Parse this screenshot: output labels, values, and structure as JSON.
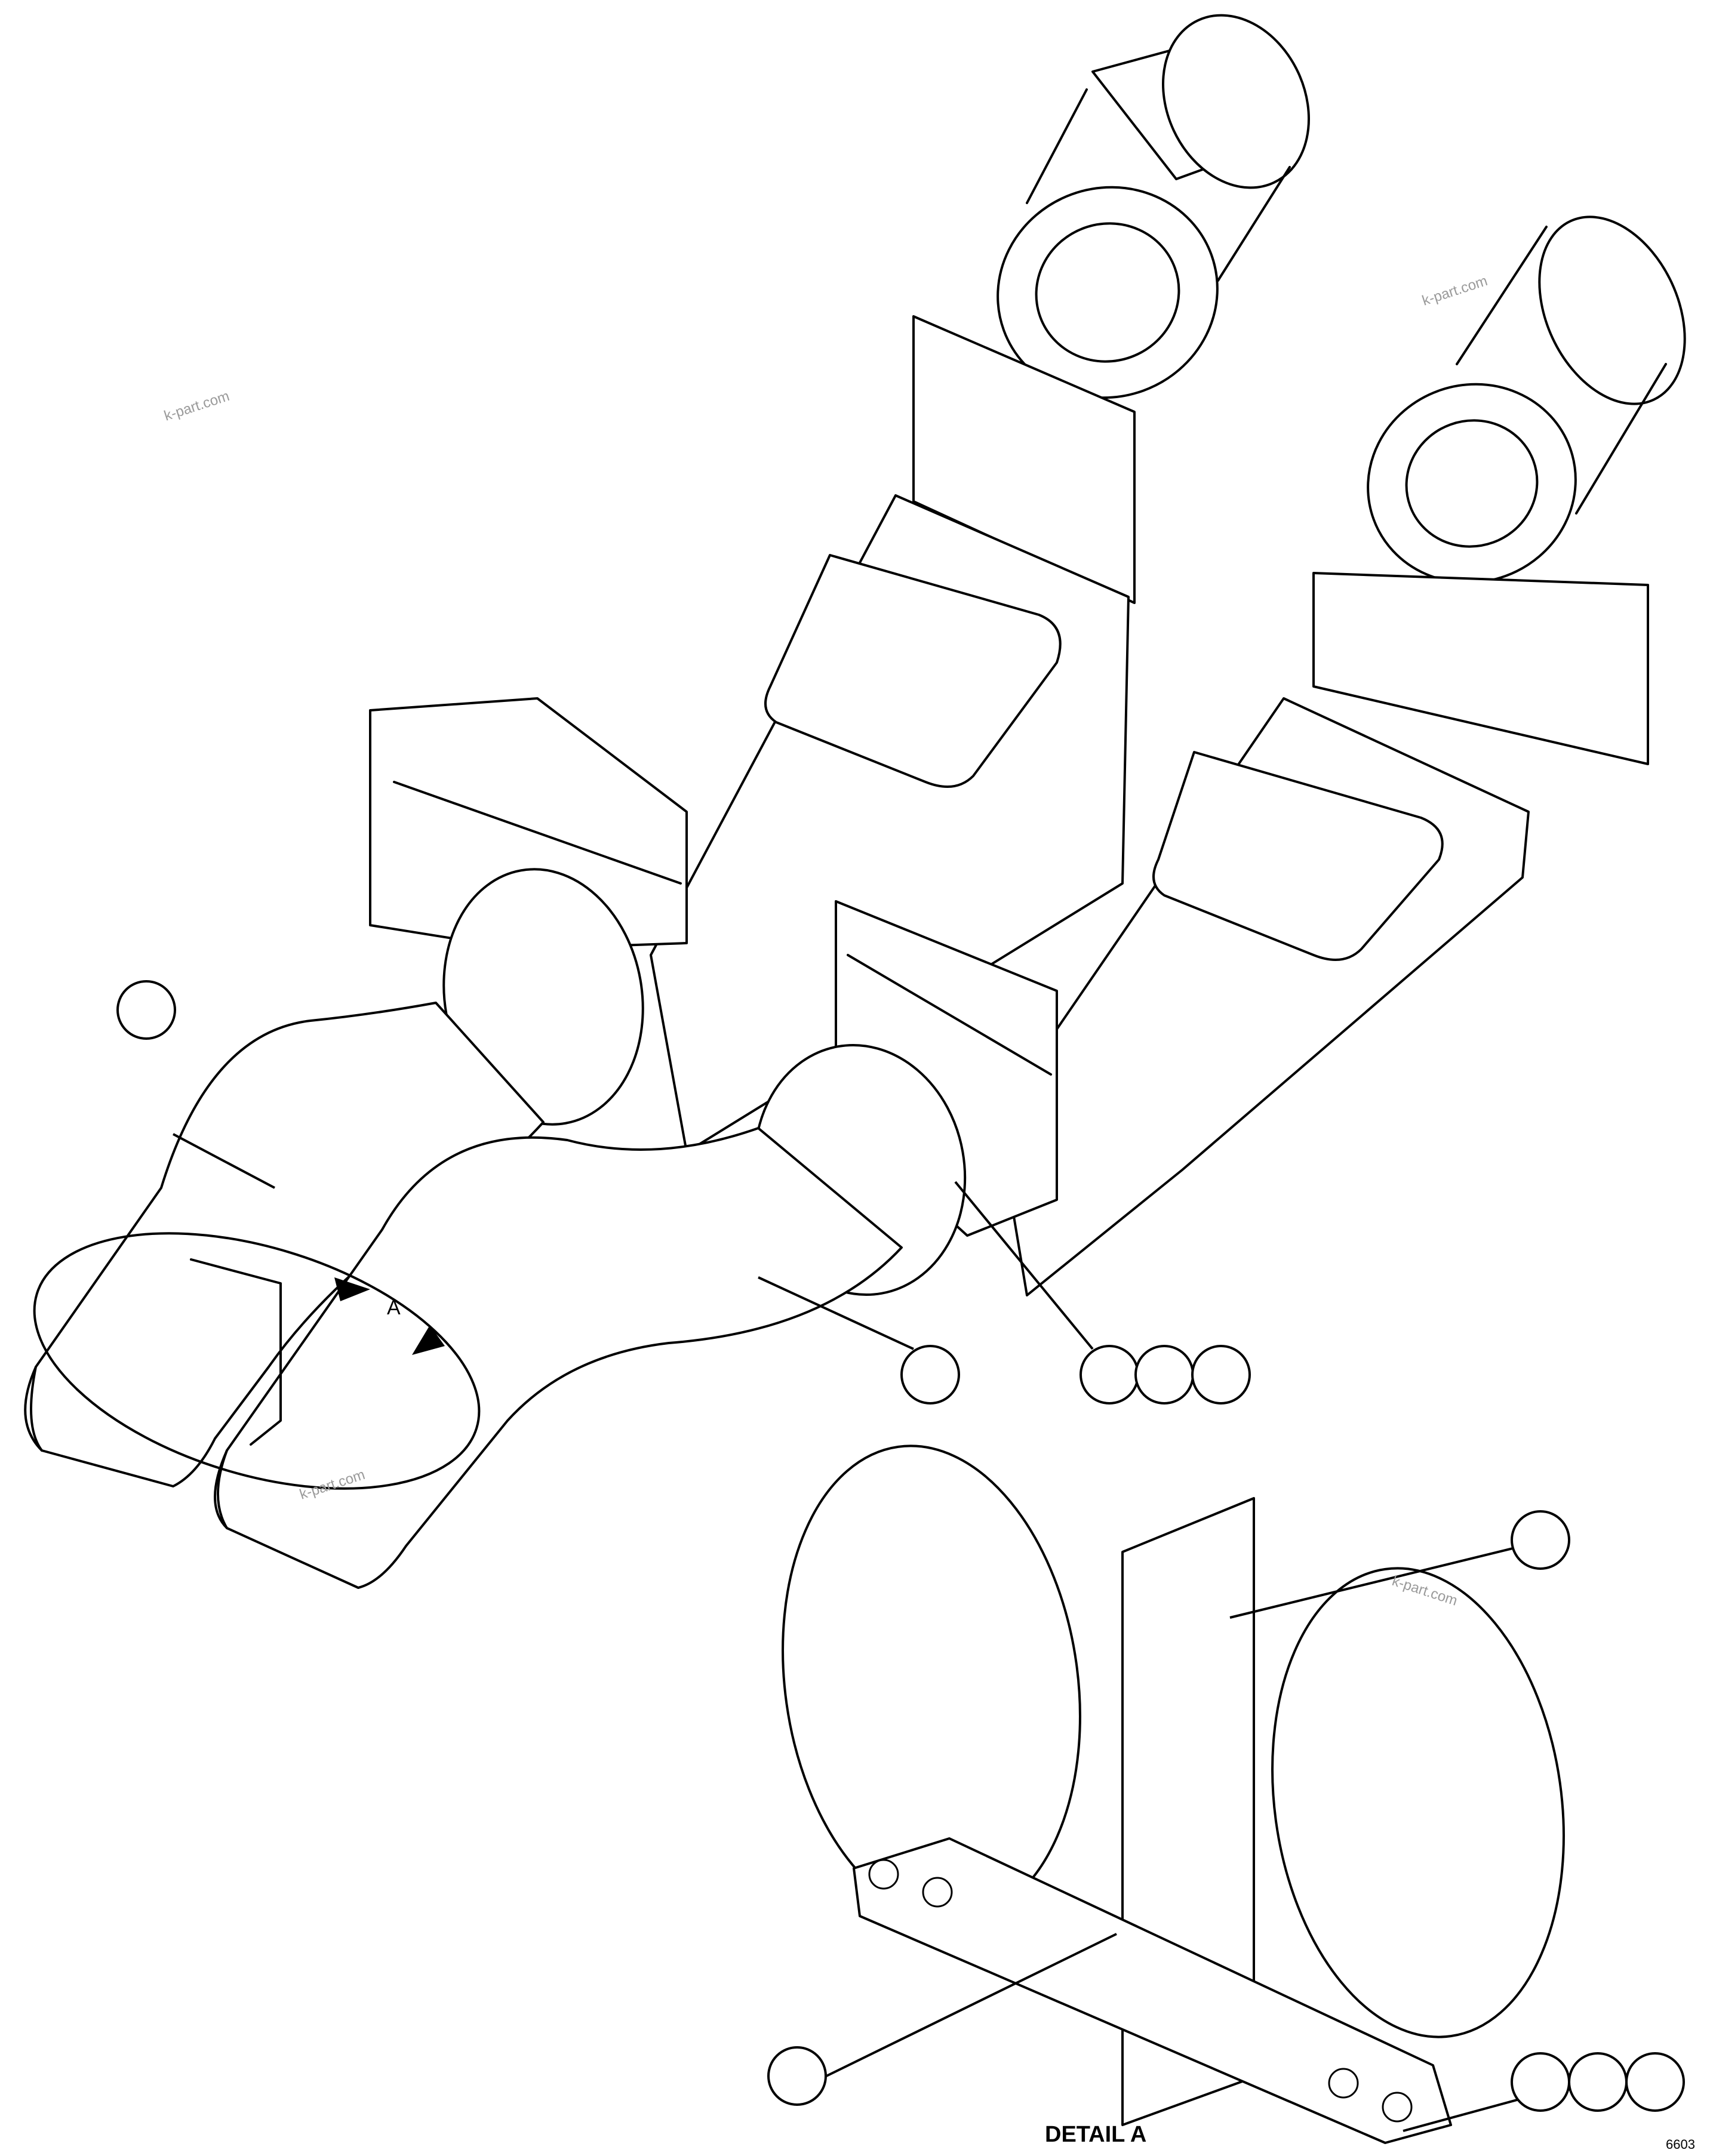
{
  "drawing": {
    "view_label": "A",
    "detail_title": "DETAIL A",
    "drawing_code": "6603",
    "watermarks": [
      "k-part.com",
      "k-part.com",
      "k-part.com",
      "k-part.com"
    ],
    "callouts": [
      "",
      "",
      "",
      "",
      "",
      "",
      "",
      "",
      "",
      ""
    ]
  }
}
